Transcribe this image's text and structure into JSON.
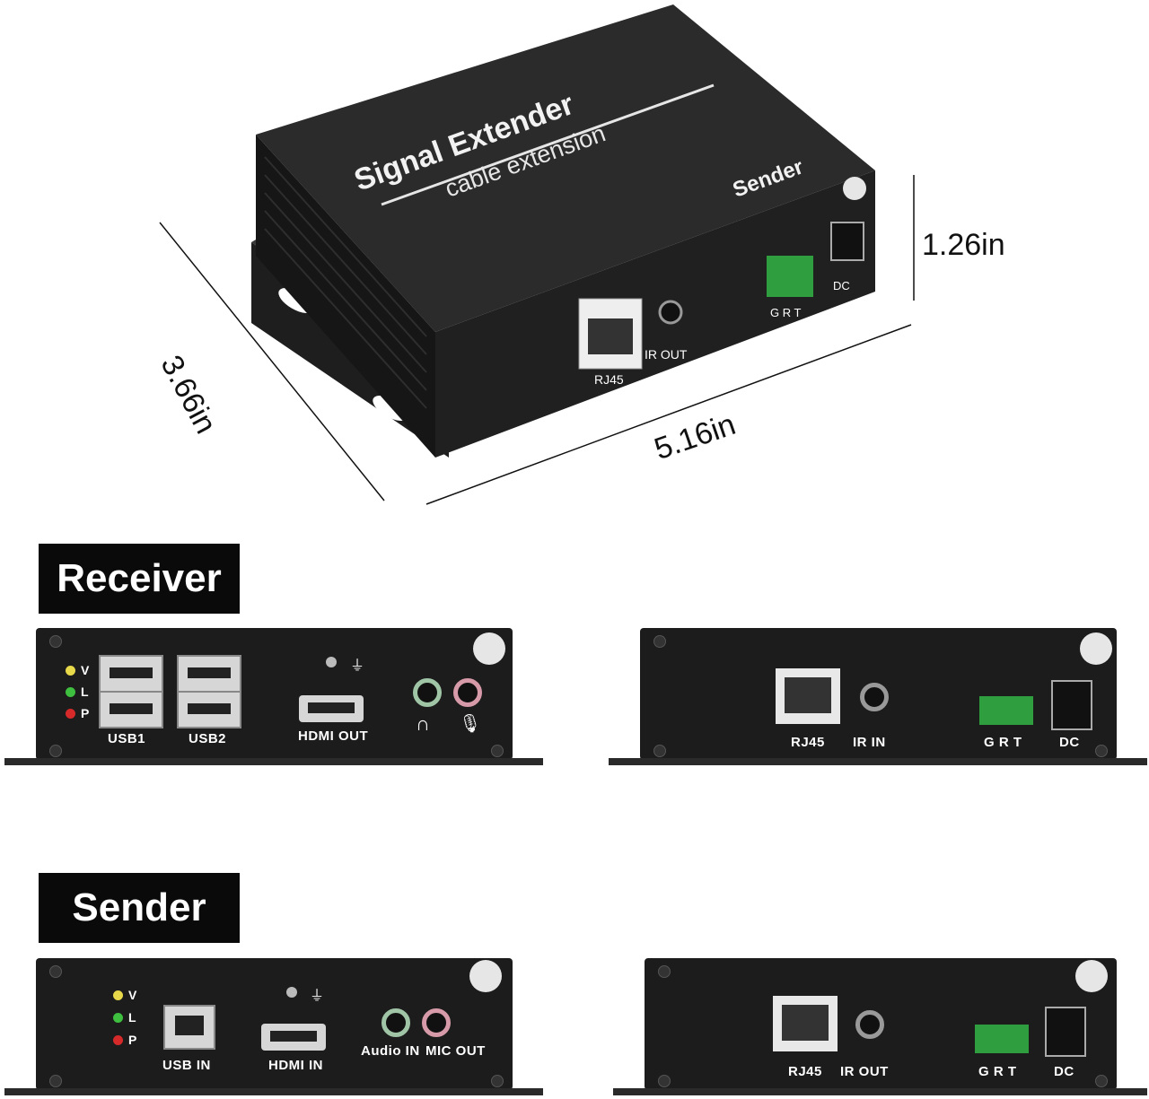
{
  "product": {
    "brand_title": "Signal Extender",
    "subtitle": "cable extension",
    "role": "Sender",
    "ports_top": [
      "RJ45",
      "IR OUT",
      "G R T",
      "DC"
    ]
  },
  "dimensions": {
    "width": "5.16in",
    "depth": "3.66in",
    "height": "1.26in"
  },
  "receiver": {
    "tag": "Receiver",
    "leds": [
      "V",
      "L",
      "P"
    ],
    "front_ports": [
      "USB1",
      "USB2",
      "HDMI OUT"
    ],
    "back_ports": [
      "RJ45",
      "IR IN",
      "G R T",
      "DC"
    ]
  },
  "sender": {
    "tag": "Sender",
    "leds": [
      "V",
      "L",
      "P"
    ],
    "front_ports": [
      "USB IN",
      "HDMI IN",
      "Audio IN",
      "MIC OUT"
    ],
    "back_ports": [
      "RJ45",
      "IR OUT",
      "G R T",
      "DC"
    ]
  },
  "colors": {
    "case": "#1c1c1c",
    "led_v": "#e8d94a",
    "led_l": "#3fbf3f",
    "led_p": "#d62a2a",
    "terminal": "#2f9e3f"
  }
}
